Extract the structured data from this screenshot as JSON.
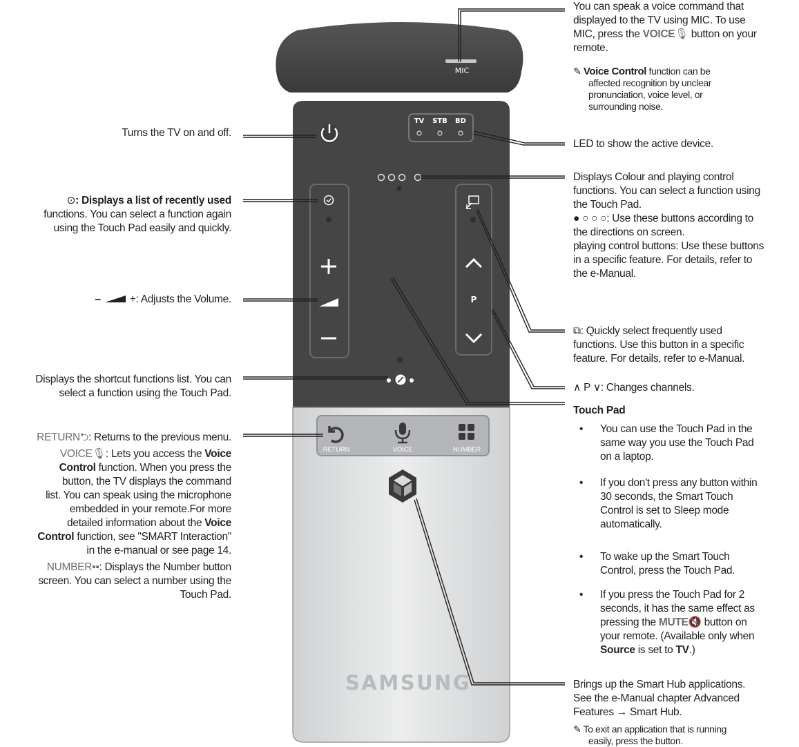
{
  "remote": {
    "mic_label": "MIC",
    "led_tv": "TV",
    "led_stb": "STB",
    "led_bd": "BD",
    "channel_p": "P",
    "btn_return": "RETURN",
    "btn_voice": "VOICE",
    "btn_number": "NUMBER",
    "brand": "SAMSUNG"
  },
  "left": {
    "power": "Turns the TV on and off.",
    "recent_line1_icon": "⊙",
    "recent_line1": ": Displays a list of recently used",
    "recent_line2": "functions. You can select a function again",
    "recent_line3": "using the Touch Pad easily and quickly.",
    "volume": "+: Adjusts the Volume.",
    "volume_minus": "–",
    "shortcut_line1": "Displays the shortcut functions list. You can",
    "shortcut_line2": "select a function using the Touch Pad.",
    "return_label": "RETURN",
    "return_desc": ": Returns to the previous menu.",
    "voice_label": "VOICE",
    "voice_desc": ": Lets you access the ",
    "voice_bold1": "Voice",
    "voice_line2_bold": "Control",
    "voice_line2": " function. When you press the",
    "voice_line3": "button, the TV displays the command",
    "voice_line4": "list. You can speak using the microphone",
    "voice_line5": "embedded in your remote.For more",
    "voice_line6": "detailed information about the ",
    "voice_line6_bold": "Voice",
    "voice_line7_bold": "Control",
    "voice_line7": " function, see \"SMART Interaction\"",
    "voice_line8": "in the e-manual or see page 14.",
    "number_label": "NUMBER",
    "number_desc": ": Displays the Number button",
    "number_line2": "screen. You can select a number using the",
    "number_line3": "Touch Pad."
  },
  "right": {
    "mic_line1": "You can speak a voice command that",
    "mic_line2": "displayed to the TV using MIC. To use",
    "mic_line3a": "MIC, press the ",
    "mic_line3_voice": "VOICE",
    "mic_line3b": " button on your",
    "mic_line4": "remote.",
    "mic_note_bold": "Voice Control",
    "mic_note1": " function can be",
    "mic_note2": "affected recognition by unclear",
    "mic_note3": "pronunciation, voice level, or",
    "mic_note4": "surrounding noise.",
    "led": "LED to show the active device.",
    "colour_line1": "Displays Colour and playing control",
    "colour_line2": "functions. You can select a function using",
    "colour_line3": "the Touch Pad.",
    "colour_line4": ": Use these buttons according to",
    "colour_line5": "the directions on screen.",
    "colour_line6": "playing control buttons: Use these buttons",
    "colour_line7": "in a specific feature. For details, refer to",
    "colour_line8": "the e-Manual.",
    "quick_line1": ": Quickly select frequently used",
    "quick_line2": "functions. Use this button in a specific",
    "quick_line3": "feature. For details, refer to e-Manual.",
    "channel_p": "P",
    "channel": ": Changes channels.",
    "touchpad_title": "Touch Pad",
    "tp_b1_l1": "You can use the Touch Pad in the",
    "tp_b1_l2": "same way you use the Touch Pad",
    "tp_b1_l3": "on a laptop.",
    "tp_b2_l1": "If you don't press any button within",
    "tp_b2_l2": "30 seconds, the Smart Touch",
    "tp_b2_l3": "Control is set to Sleep mode",
    "tp_b2_l4": "automatically.",
    "tp_b3_l1": "To wake up the Smart Touch",
    "tp_b3_l2": "Control, press the Touch Pad.",
    "tp_b4_l1": "If you press the Touch Pad for 2",
    "tp_b4_l2": "seconds, it has the same effect as",
    "tp_b4_l3a": "pressing the ",
    "tp_b4_l3_mute": "MUTE",
    "tp_b4_l3b": " button on",
    "tp_b4_l4": "your remote. (Available only when",
    "tp_b4_l5_bold1": "Source",
    "tp_b4_l5a": " is set to ",
    "tp_b4_l5_bold2": "TV",
    "tp_b4_l5b": ".)",
    "bullet_char": "•",
    "hub_line1": "Brings up the Smart Hub applications.",
    "hub_line2": "See the e-Manual chapter Advanced",
    "hub_line3": "Features → Smart Hub.",
    "hub_note": "To exit an application that is running",
    "hub_note2": "easily, press the    button."
  },
  "colors": {
    "remote_top": "#4a4a4a",
    "remote_body": "#444444",
    "remote_lower": "#e2e3e4",
    "return_bar": "#b3b5b8"
  }
}
